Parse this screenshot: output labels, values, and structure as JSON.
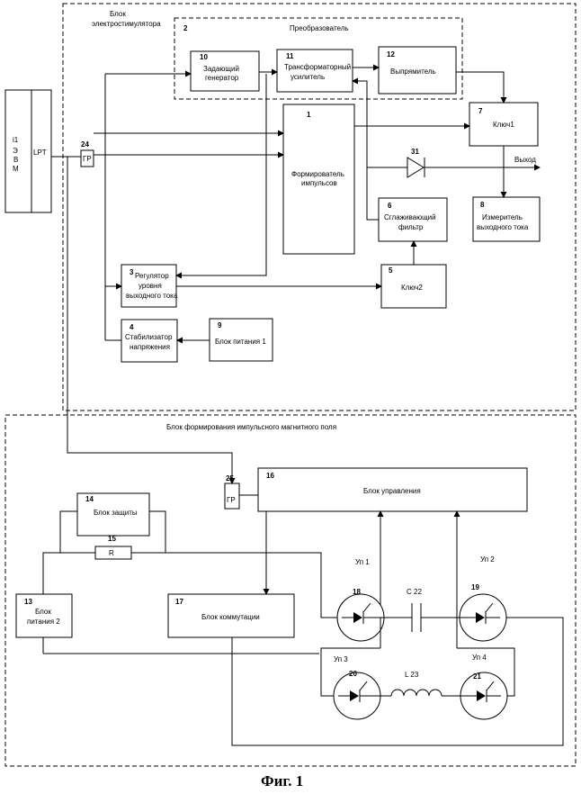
{
  "groups": {
    "stim_block": "Блок электростимулятора",
    "converter": "Преобразователь",
    "magnetic_block": "Блок формирования импульсного магнитного поля"
  },
  "computer": {
    "label": "ЭВМ",
    "prefix": "i1",
    "port": "LPT"
  },
  "blocks": {
    "b1": {
      "num": "1",
      "label": "Формирователь импульсов"
    },
    "b2": {
      "num": "2"
    },
    "b3": {
      "num": "3",
      "label": "Регулятор уровня выходного тока"
    },
    "b4": {
      "num": "4",
      "label": "Стабилизатор напряжения"
    },
    "b5": {
      "num": "5",
      "label": "Ключ2"
    },
    "b6": {
      "num": "6",
      "label": "Сглаживающий фильтр"
    },
    "b7": {
      "num": "7",
      "label": "Ключ1"
    },
    "b8": {
      "num": "8",
      "label": "Измеритель выходного тока"
    },
    "b9": {
      "num": "9",
      "label": "Блок питания 1"
    },
    "b10": {
      "num": "10",
      "label": "Задающий генератор"
    },
    "b11": {
      "num": "11",
      "label": "Трансформаторный усилитель"
    },
    "b12": {
      "num": "12",
      "label": "Выпрямитель"
    },
    "b13": {
      "num": "13",
      "label": "Блок питания 2"
    },
    "b14": {
      "num": "14",
      "label": "Блок защиты"
    },
    "b15": {
      "num": "15",
      "label": "R"
    },
    "b16": {
      "num": "16",
      "label": "Блок управления"
    },
    "b17": {
      "num": "17",
      "label": "Блок коммутации"
    },
    "b24": {
      "num": "24",
      "label": "ГР"
    },
    "b25": {
      "num": "25",
      "label": "ГР"
    }
  },
  "diode31": {
    "num": "31",
    "output_label": "Выход"
  },
  "capacitor": {
    "label": "C 22"
  },
  "inductor": {
    "label": "L 23"
  },
  "switches": {
    "s18": {
      "num": "18",
      "label": "Уп 1"
    },
    "s19": {
      "num": "19",
      "label": "Уп 2"
    },
    "s20": {
      "num": "20",
      "label": "Уп 3"
    },
    "s21": {
      "num": "21",
      "label": "Уп 4"
    }
  },
  "caption": "Фиг. 1"
}
